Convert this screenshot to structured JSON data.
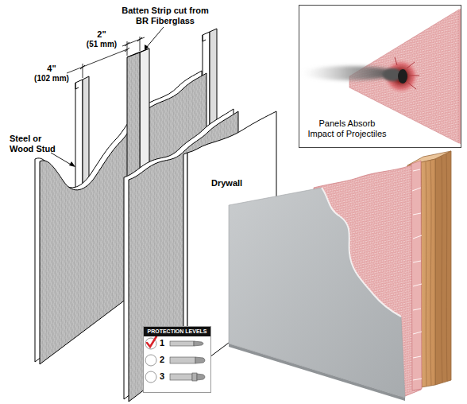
{
  "diagram": {
    "nodes": [
      {
        "text": [
          "Panels Absorb Impact of Projectiles"
        ]
      },
      {
        "text": [
          "PROTECTION LEVELS",
          "1",
          "2",
          "3"
        ]
      }
    ],
    "labels": [
      "Batten Strip cut from BR Fiberglass",
      "2\"",
      "(51 mm)",
      "4\"",
      "(102 mm)",
      "Steel or Wood Stud",
      "Drywall"
    ]
  }
}
